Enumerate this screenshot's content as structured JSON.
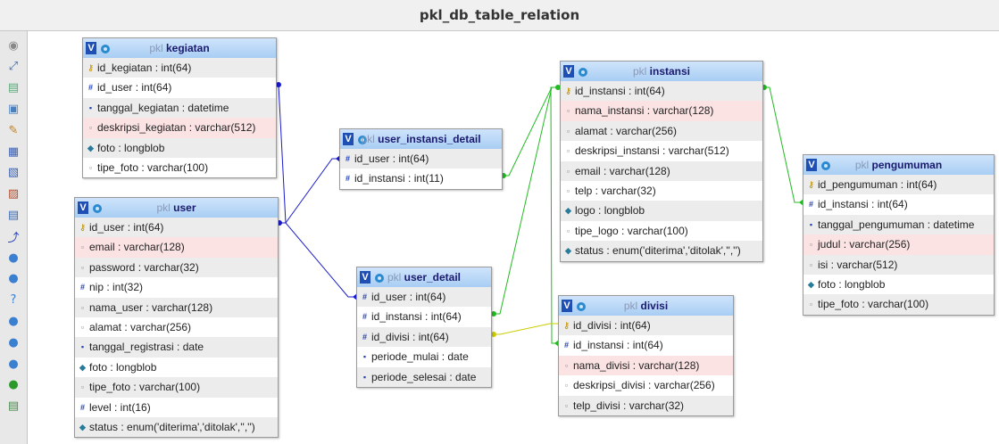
{
  "window": {
    "title": "pkl_db_table_relation"
  },
  "toolbar": {
    "icons": [
      "toggle-panel-icon",
      "fullscreen-icon",
      "add-table-icon",
      "load-page-icon",
      "edit-page-icon",
      "save-icon",
      "save-as-icon",
      "delete-page-icon",
      "export-icon",
      "relation-line-icon",
      "zoom-in-icon",
      "refresh-icon",
      "help-icon",
      "angular-links-icon",
      "snap-grid-icon",
      "small-big-icon",
      "toggle-relation-icon",
      "export-schema-icon"
    ]
  },
  "tables": {
    "kegiatan": {
      "prefix": "pkl",
      "name": "kegiatan",
      "rows": [
        {
          "icon": "key",
          "text": "id_kegiatan : int(64)"
        },
        {
          "icon": "idx",
          "text": "id_user : int(64)"
        },
        {
          "icon": "date",
          "text": "tanggal_kegiatan : datetime"
        },
        {
          "icon": "txt",
          "text": "deskripsi_kegiatan : varchar(512)",
          "uniq": true
        },
        {
          "icon": "blob",
          "text": "foto : longblob"
        },
        {
          "icon": "txt",
          "text": "tipe_foto : varchar(100)"
        }
      ]
    },
    "user": {
      "prefix": "pkl",
      "name": "user",
      "rows": [
        {
          "icon": "key",
          "text": "id_user : int(64)"
        },
        {
          "icon": "txt",
          "text": "email : varchar(128)",
          "uniq": true
        },
        {
          "icon": "txt",
          "text": "password : varchar(32)"
        },
        {
          "icon": "idx",
          "text": "nip : int(32)"
        },
        {
          "icon": "txt",
          "text": "nama_user : varchar(128)"
        },
        {
          "icon": "txt",
          "text": "alamat : varchar(256)"
        },
        {
          "icon": "date",
          "text": "tanggal_registrasi : date"
        },
        {
          "icon": "blob",
          "text": "foto : longblob"
        },
        {
          "icon": "txt",
          "text": "tipe_foto : varchar(100)"
        },
        {
          "icon": "idx",
          "text": "level : int(16)"
        },
        {
          "icon": "blob",
          "text": "status : enum('diterima','ditolak','','')"
        }
      ]
    },
    "user_instansi_detail": {
      "prefix": "pkl",
      "name": "user_instansi_detail",
      "rows": [
        {
          "icon": "idx",
          "text": "id_user : int(64)"
        },
        {
          "icon": "idx",
          "text": "id_instansi : int(11)"
        }
      ]
    },
    "user_detail": {
      "prefix": "pkl",
      "name": "user_detail",
      "rows": [
        {
          "icon": "idx",
          "text": "id_user : int(64)"
        },
        {
          "icon": "idx",
          "text": "id_instansi : int(64)"
        },
        {
          "icon": "idx",
          "text": "id_divisi : int(64)"
        },
        {
          "icon": "date",
          "text": "periode_mulai : date"
        },
        {
          "icon": "date",
          "text": "periode_selesai : date"
        }
      ]
    },
    "instansi": {
      "prefix": "pkl",
      "name": "instansi",
      "rows": [
        {
          "icon": "key",
          "text": "id_instansi : int(64)"
        },
        {
          "icon": "txt",
          "text": "nama_instansi : varchar(128)",
          "uniq": true
        },
        {
          "icon": "txt",
          "text": "alamat : varchar(256)"
        },
        {
          "icon": "txt",
          "text": "deskripsi_instansi : varchar(512)"
        },
        {
          "icon": "txt",
          "text": "email : varchar(128)"
        },
        {
          "icon": "txt",
          "text": "telp : varchar(32)"
        },
        {
          "icon": "blob",
          "text": "logo : longblob"
        },
        {
          "icon": "txt",
          "text": "tipe_logo : varchar(100)"
        },
        {
          "icon": "blob",
          "text": "status : enum('diterima','ditolak','','')"
        }
      ]
    },
    "divisi": {
      "prefix": "pkl",
      "name": "divisi",
      "rows": [
        {
          "icon": "key",
          "text": "id_divisi : int(64)"
        },
        {
          "icon": "idx",
          "text": "id_instansi : int(64)"
        },
        {
          "icon": "txt",
          "text": "nama_divisi : varchar(128)",
          "uniq": true
        },
        {
          "icon": "txt",
          "text": "deskripsi_divisi : varchar(256)"
        },
        {
          "icon": "txt",
          "text": "telp_divisi : varchar(32)"
        }
      ]
    },
    "pengumuman": {
      "prefix": "pkl",
      "name": "pengumuman",
      "rows": [
        {
          "icon": "key",
          "text": "id_pengumuman : int(64)"
        },
        {
          "icon": "idx",
          "text": "id_instansi : int(64)"
        },
        {
          "icon": "date",
          "text": "tanggal_pengumuman : datetime"
        },
        {
          "icon": "txt",
          "text": "judul : varchar(256)",
          "uniq": true
        },
        {
          "icon": "txt",
          "text": "isi : varchar(512)"
        },
        {
          "icon": "blob",
          "text": "foto : longblob"
        },
        {
          "icon": "txt",
          "text": "tipe_foto : varchar(100)"
        }
      ]
    }
  },
  "colors": {
    "relation_user": "#1a1acc",
    "relation_instansi": "#22bb22",
    "relation_divisi": "#cccc00"
  }
}
